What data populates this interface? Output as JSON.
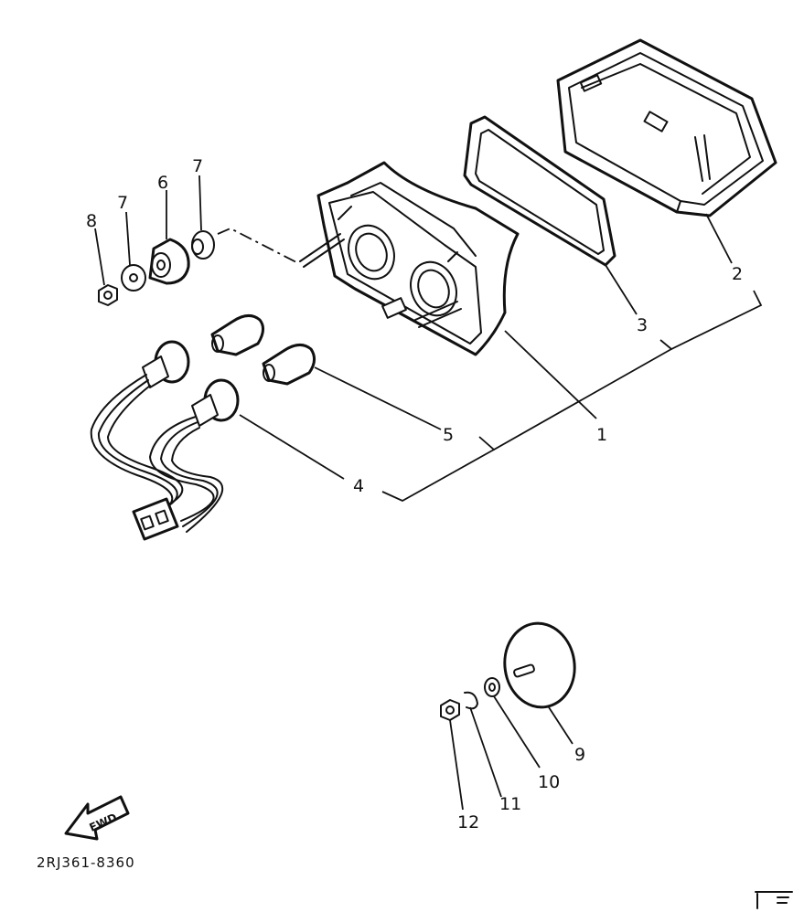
{
  "diagram_code": "2RJ361-8360",
  "fwd_label": "FWD",
  "callouts": [
    {
      "id": "1",
      "label": "1"
    },
    {
      "id": "2",
      "label": "2"
    },
    {
      "id": "3",
      "label": "3"
    },
    {
      "id": "4",
      "label": "4"
    },
    {
      "id": "5",
      "label": "5"
    },
    {
      "id": "6",
      "label": "6"
    },
    {
      "id": "7a",
      "label": "7"
    },
    {
      "id": "7b",
      "label": "7"
    },
    {
      "id": "8",
      "label": "8"
    },
    {
      "id": "9",
      "label": "9"
    },
    {
      "id": "10",
      "label": "10"
    },
    {
      "id": "11",
      "label": "11"
    },
    {
      "id": "12",
      "label": "12"
    }
  ]
}
